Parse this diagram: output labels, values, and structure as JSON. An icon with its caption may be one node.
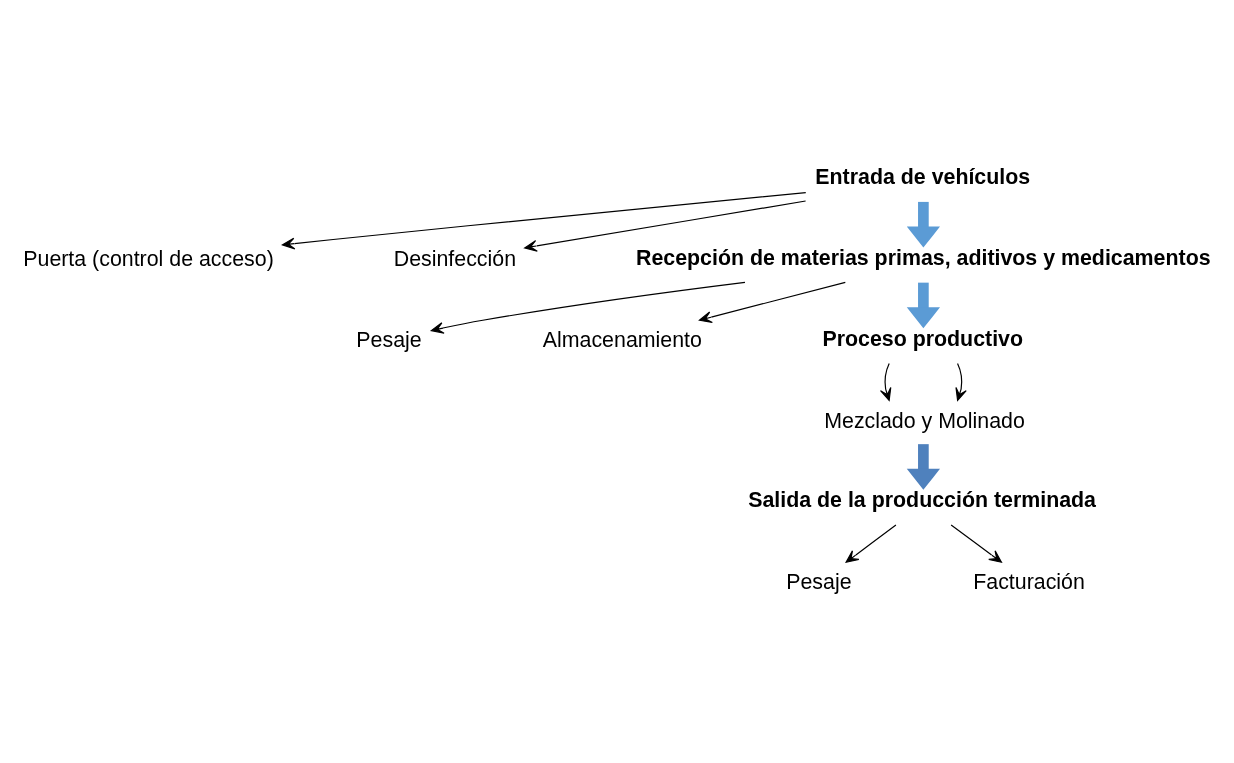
{
  "diagram": {
    "nodes": [
      {
        "text": [
          "Entrada de vehículos"
        ]
      },
      {
        "text": [
          "Puerta (control de acceso)"
        ]
      },
      {
        "text": [
          "Desinfección"
        ]
      },
      {
        "text": [
          "Recepción de materias primas, aditivos y medicamentos"
        ]
      },
      {
        "text": [
          "Pesaje"
        ]
      },
      {
        "text": [
          "Almacenamiento"
        ]
      },
      {
        "text": [
          "Proceso productivo"
        ]
      },
      {
        "text": [
          "Mezclado y Molinado"
        ]
      },
      {
        "text": [
          "Salida de la producción terminada"
        ]
      },
      {
        "text": [
          "Pesaje"
        ]
      },
      {
        "text": [
          "Facturación"
        ]
      }
    ],
    "edges": [
      {
        "from": 0,
        "to": 1,
        "arrow": "to"
      },
      {
        "from": 0,
        "to": 2,
        "arrow": "to"
      },
      {
        "from": 0,
        "to": 3,
        "arrow": "to",
        "style": "thick",
        "color": "#5b9bd5"
      },
      {
        "from": 3,
        "to": 4,
        "arrow": "to"
      },
      {
        "from": 3,
        "to": 5,
        "arrow": "to"
      },
      {
        "from": 3,
        "to": 6,
        "arrow": "to",
        "style": "thick",
        "color": "#5b9bd5"
      },
      {
        "from": 6,
        "to": 7,
        "arrow": "to"
      },
      {
        "from": 6,
        "to": 7,
        "arrow": "to"
      },
      {
        "from": 7,
        "to": 8,
        "arrow": "to",
        "style": "thick",
        "color": "#4f81bd"
      },
      {
        "from": 8,
        "to": 9,
        "arrow": "to"
      },
      {
        "from": 8,
        "to": 10,
        "arrow": "to"
      }
    ]
  }
}
